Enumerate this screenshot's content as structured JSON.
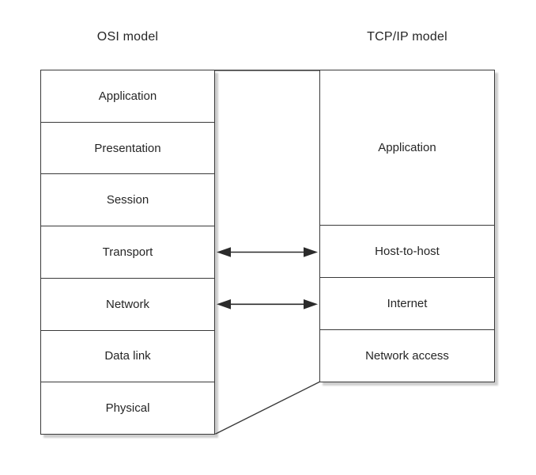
{
  "diagram": {
    "left_title": "OSI model",
    "right_title": "TCP/IP model",
    "osi_layers": [
      "Application",
      "Presentation",
      "Session",
      "Transport",
      "Network",
      "Data link",
      "Physical"
    ],
    "tcpip_layers": [
      "Application",
      "Host-to-host",
      "Internet",
      "Network access"
    ],
    "connections": [
      {
        "from": "Transport",
        "to": "Host-to-host",
        "style": "double-arrow"
      },
      {
        "from": "Network",
        "to": "Internet",
        "style": "double-arrow"
      }
    ],
    "colors": {
      "line": "#3a3a3a",
      "text": "#262626",
      "shadow": "#cdcdcd",
      "background": "#ffffff"
    }
  }
}
